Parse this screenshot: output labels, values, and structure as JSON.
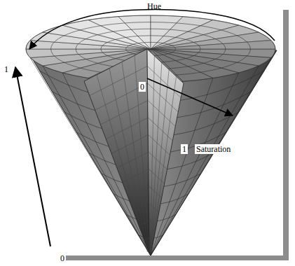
{
  "diagram": {
    "labels": [
      "Hue",
      "1",
      "0",
      "1",
      "Saturation",
      "0"
    ]
  }
}
